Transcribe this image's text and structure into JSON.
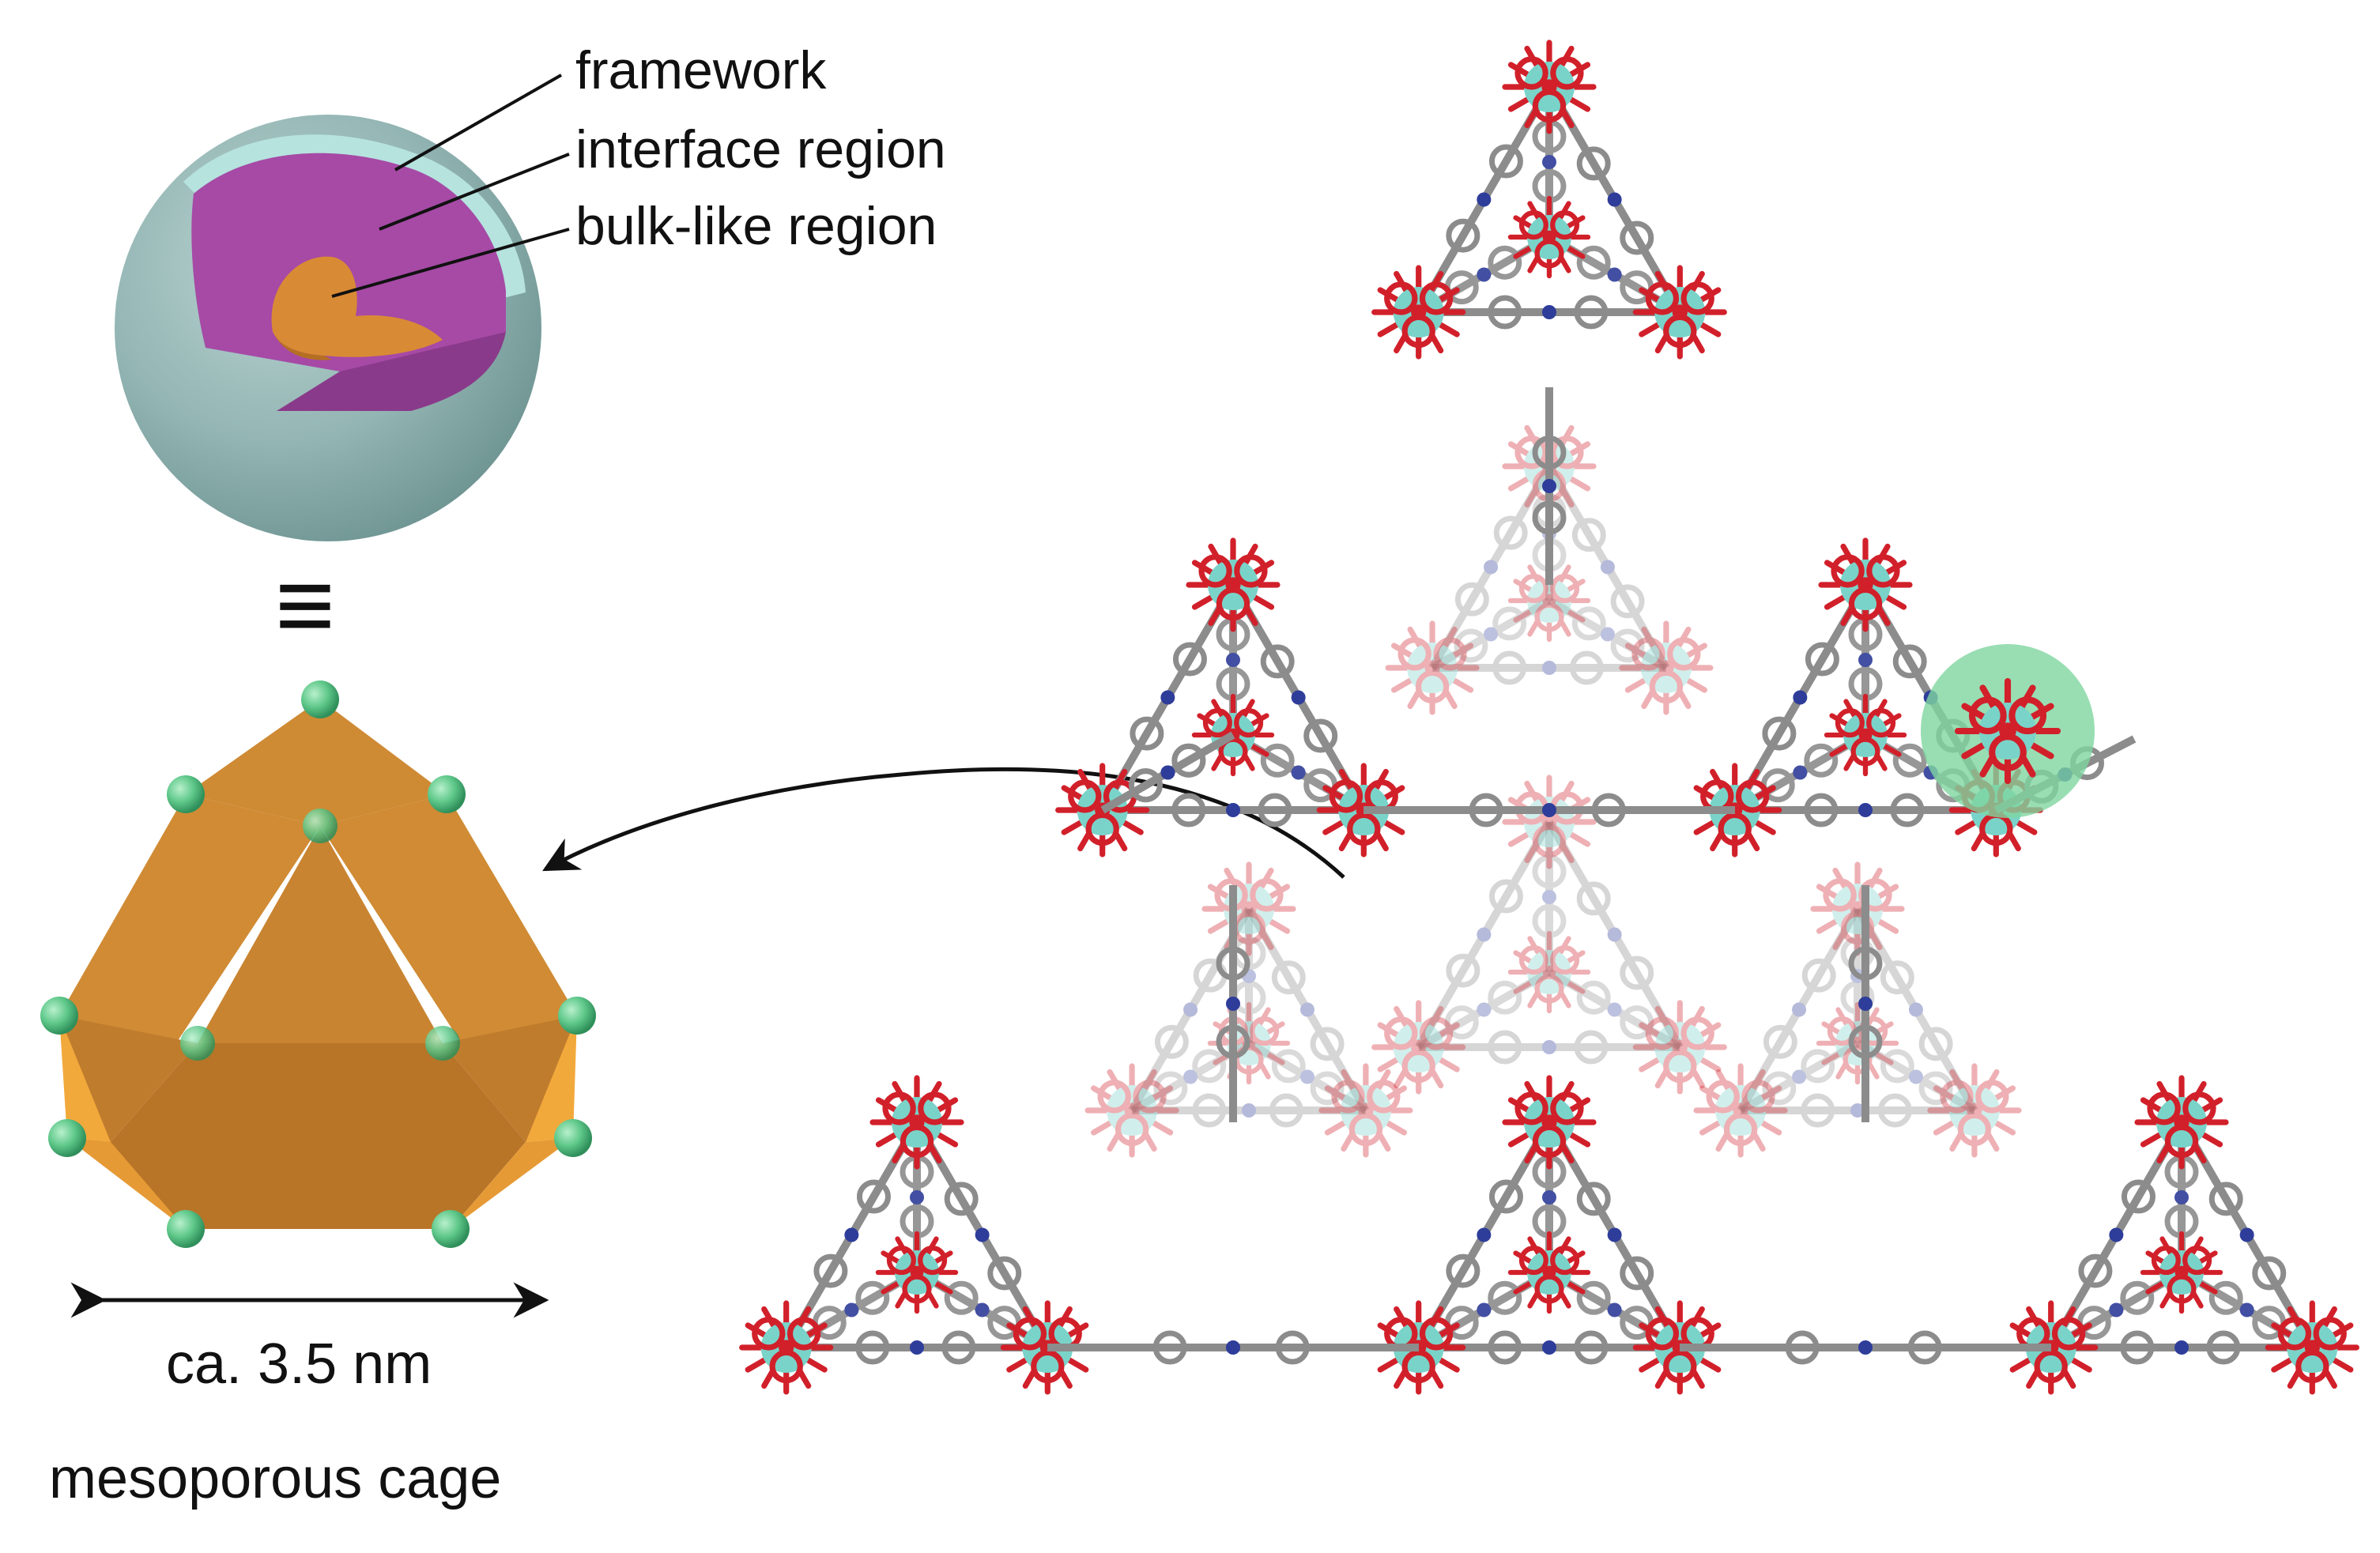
{
  "labels": {
    "framework": "framework",
    "interface": "interface region",
    "bulk": "bulk-like region",
    "equiv_symbol": "≡",
    "dimension": "ca. 3.5 nm",
    "cage": "mesoporous cage"
  },
  "colors": {
    "framework_shell": "#94b8b6",
    "shell_edge": "#b6e3de",
    "interface_region": "#a64aa6",
    "bulk_region": "#d98a35",
    "cage_face": "#c9832f",
    "cage_side_face": "#f2a93b",
    "cage_vertex": "#5fc88a",
    "oxygen_atom": "#d1202a",
    "metal_atom": "#7ad3c9",
    "nitrogen_atom": "#2e3d9a",
    "carbon_linker": "#8c8c8c",
    "highlight": "#7fd6a0"
  }
}
